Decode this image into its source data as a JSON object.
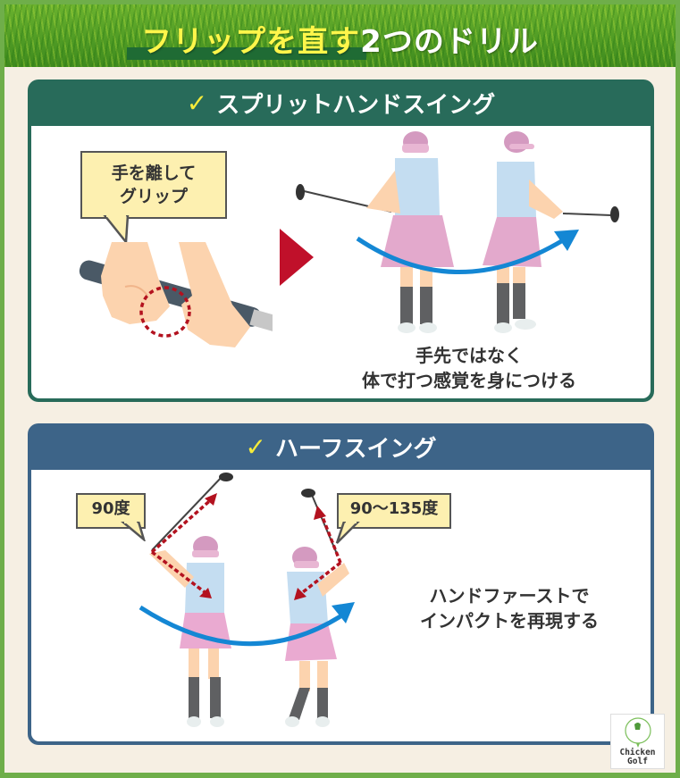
{
  "header": {
    "title_highlight": "フリップを直す",
    "title_rest": "2つのドリル"
  },
  "drills": [
    {
      "check_icon": "✓",
      "title": "スプリットハンドスイング",
      "header_color": "#286b5a",
      "bubble": {
        "line1": "手を離して",
        "line2": "グリップ"
      },
      "caption": {
        "line1": "手先ではなく",
        "line2": "体で打つ感覚を身につける"
      }
    },
    {
      "check_icon": "✓",
      "title": "ハーフスイング",
      "header_color": "#3d6488",
      "bubble_left": "90度",
      "bubble_right": "90〜135度",
      "caption": {
        "line1": "ハンドファーストで",
        "line2": "インパクトを再現する"
      }
    }
  ],
  "logo": {
    "line1": "Chicken",
    "line2": "Golf"
  },
  "colors": {
    "frame_green": "#6fae4a",
    "paper": "#f6efe3",
    "accent_red": "#c0102a",
    "arrow_blue": "#1487d4",
    "title_yellow": "#fff64a",
    "bubble_fill": "#fdf0b0"
  }
}
